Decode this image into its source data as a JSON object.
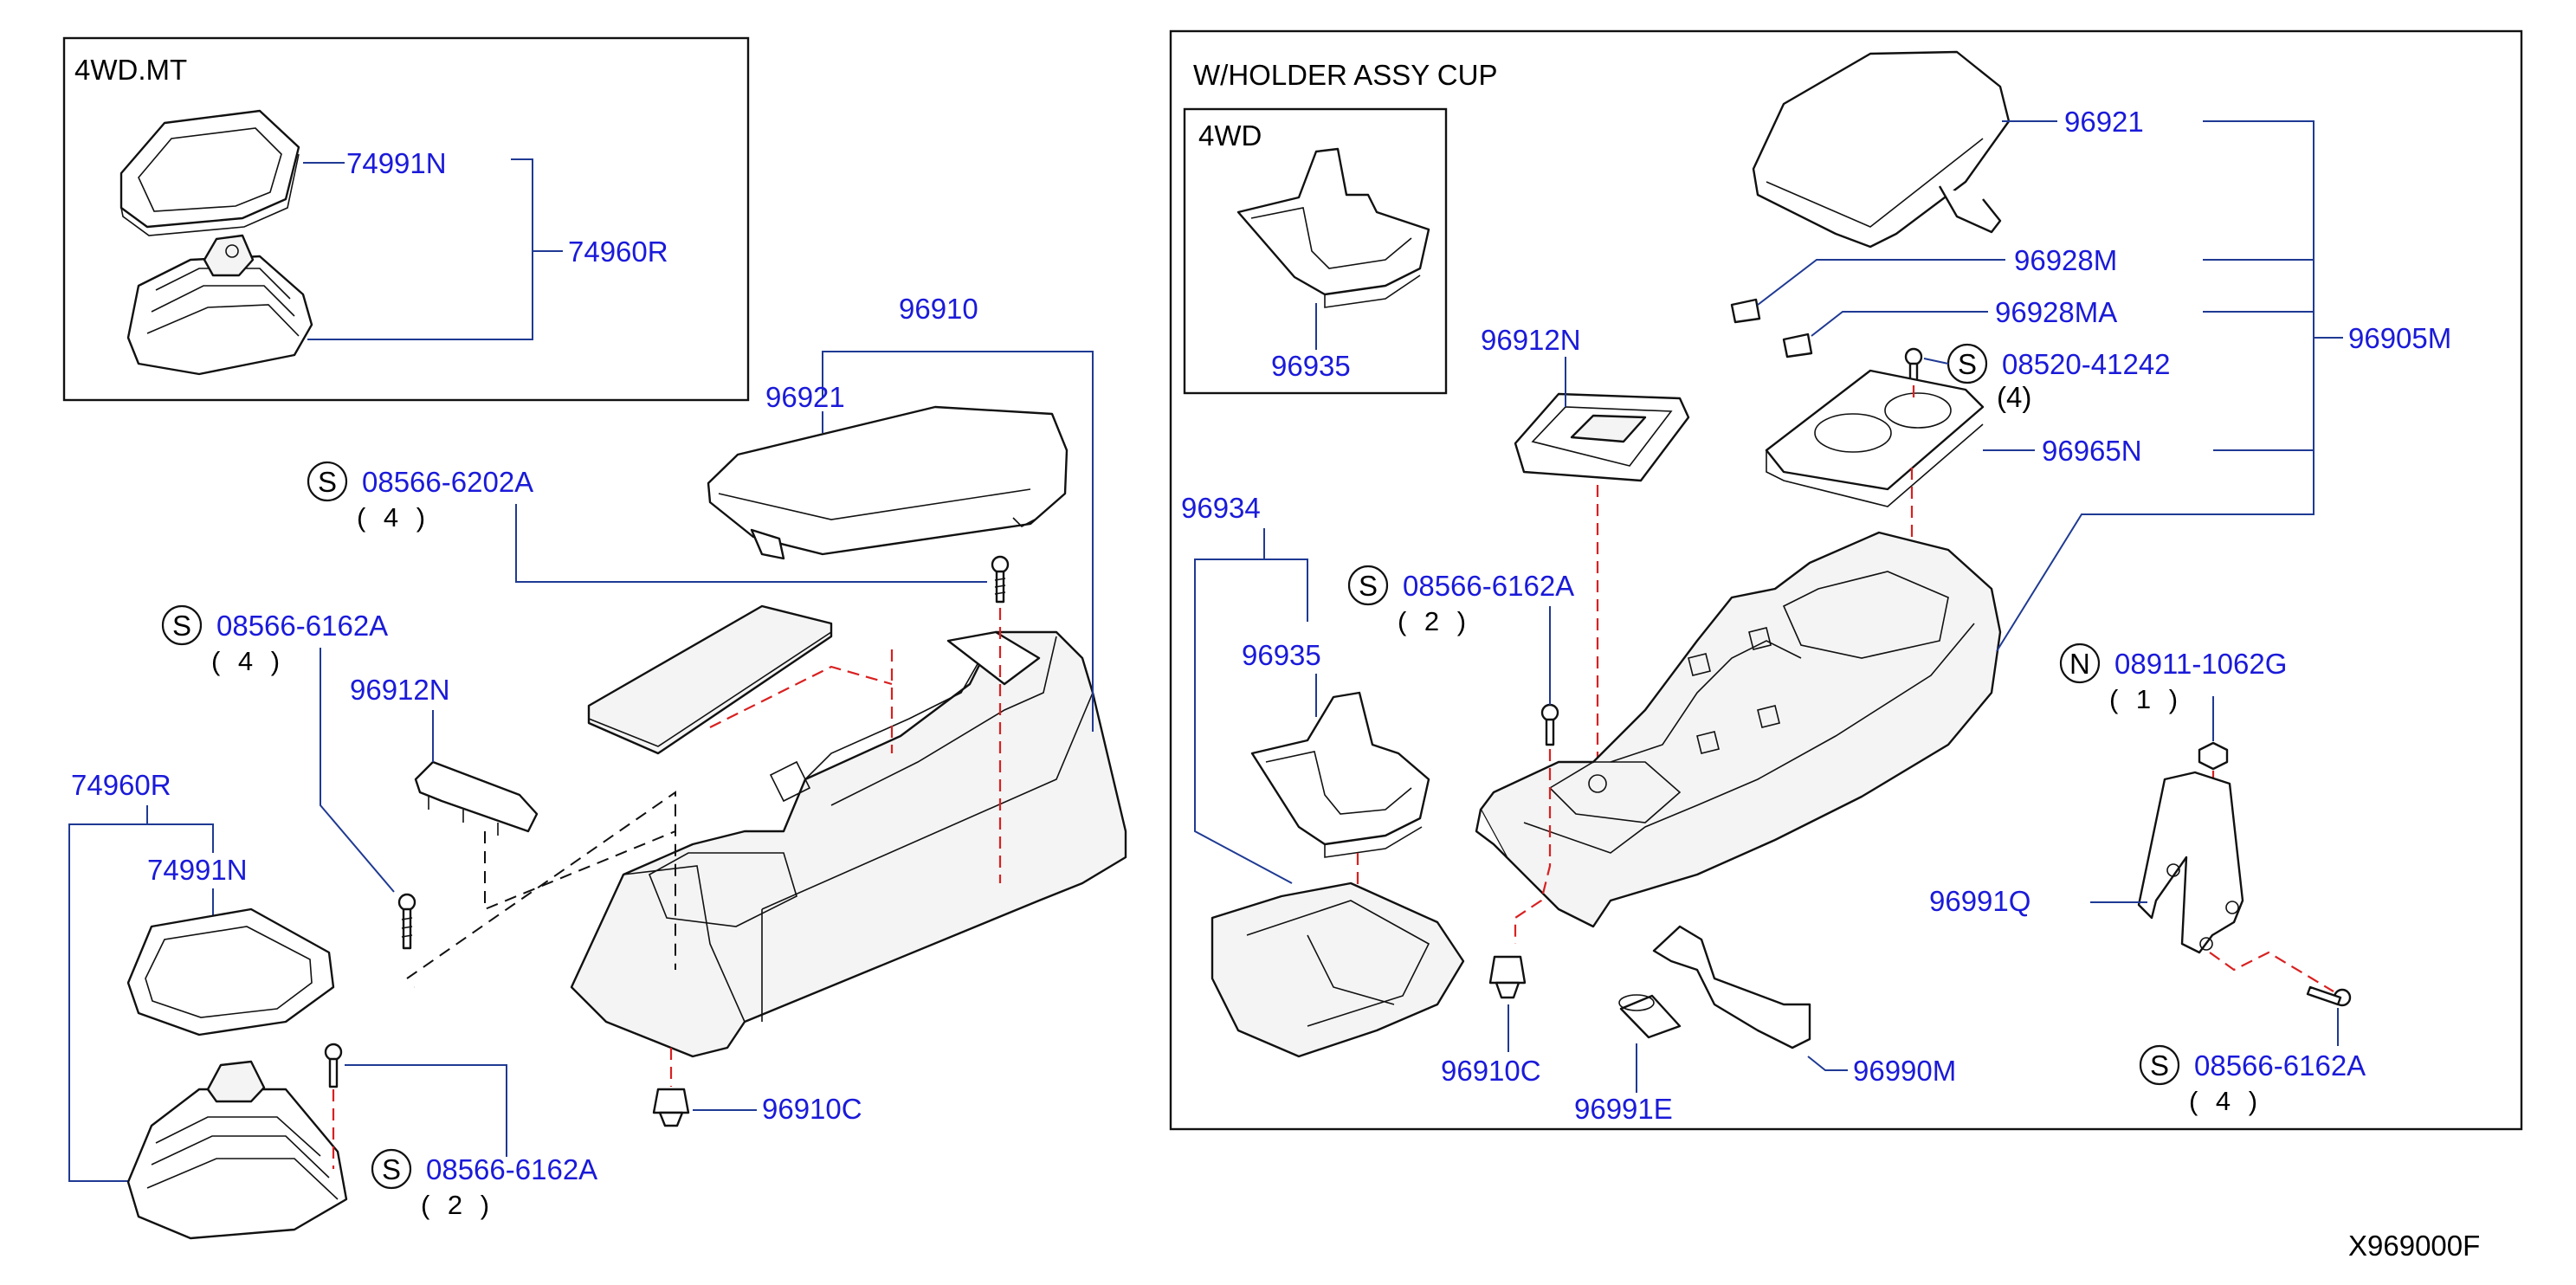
{
  "diagram_id": "X969000F",
  "boxes": {
    "left_inset_title": "4WD.MT",
    "right_inset_title": "W/HOLDER ASSY CUP",
    "right_sub_inset_title": "4WD"
  },
  "labels": {
    "l_74991N_inset": "74991N",
    "l_74960R_inset": "74960R",
    "l_96910": "96910",
    "l_96921_left": "96921",
    "l_08566_6202A": "08566-6202A",
    "l_08566_6202A_qty": "( 4 )",
    "l_08566_6162A_left": "08566-6162A",
    "l_08566_6162A_left_qty": "( 4 )",
    "l_96912N_left": "96912N",
    "l_74960R": "74960R",
    "l_74991N": "74991N",
    "l_08566_6162A_bottom": "08566-6162A",
    "l_08566_6162A_bottom_qty": "( 2 )",
    "l_96910C_left": "96910C",
    "l_96935_inset": "96935",
    "l_96912N_right": "96912N",
    "l_96934": "96934",
    "l_96935": "96935",
    "l_08566_6162A_mid": "08566-6162A",
    "l_08566_6162A_mid_qty": "( 2 )",
    "l_96910C_right": "96910C",
    "l_96991E": "96991E",
    "l_96990M": "96990M",
    "l_96921_right": "96921",
    "l_96928M": "96928M",
    "l_96928MA": "96928MA",
    "l_08520_41242": "08520-41242",
    "l_08520_41242_qty": "(4)",
    "l_96965N": "96965N",
    "l_96905M": "96905M",
    "l_08911_1062G": "08911-1062G",
    "l_08911_1062G_qty": "( 1 )",
    "l_96991Q": "96991Q",
    "l_08566_6162A_right": "08566-6162A",
    "l_08566_6162A_right_qty": "( 4 )"
  },
  "symbols": {
    "screw_mark": "S",
    "nut_mark": "N"
  }
}
